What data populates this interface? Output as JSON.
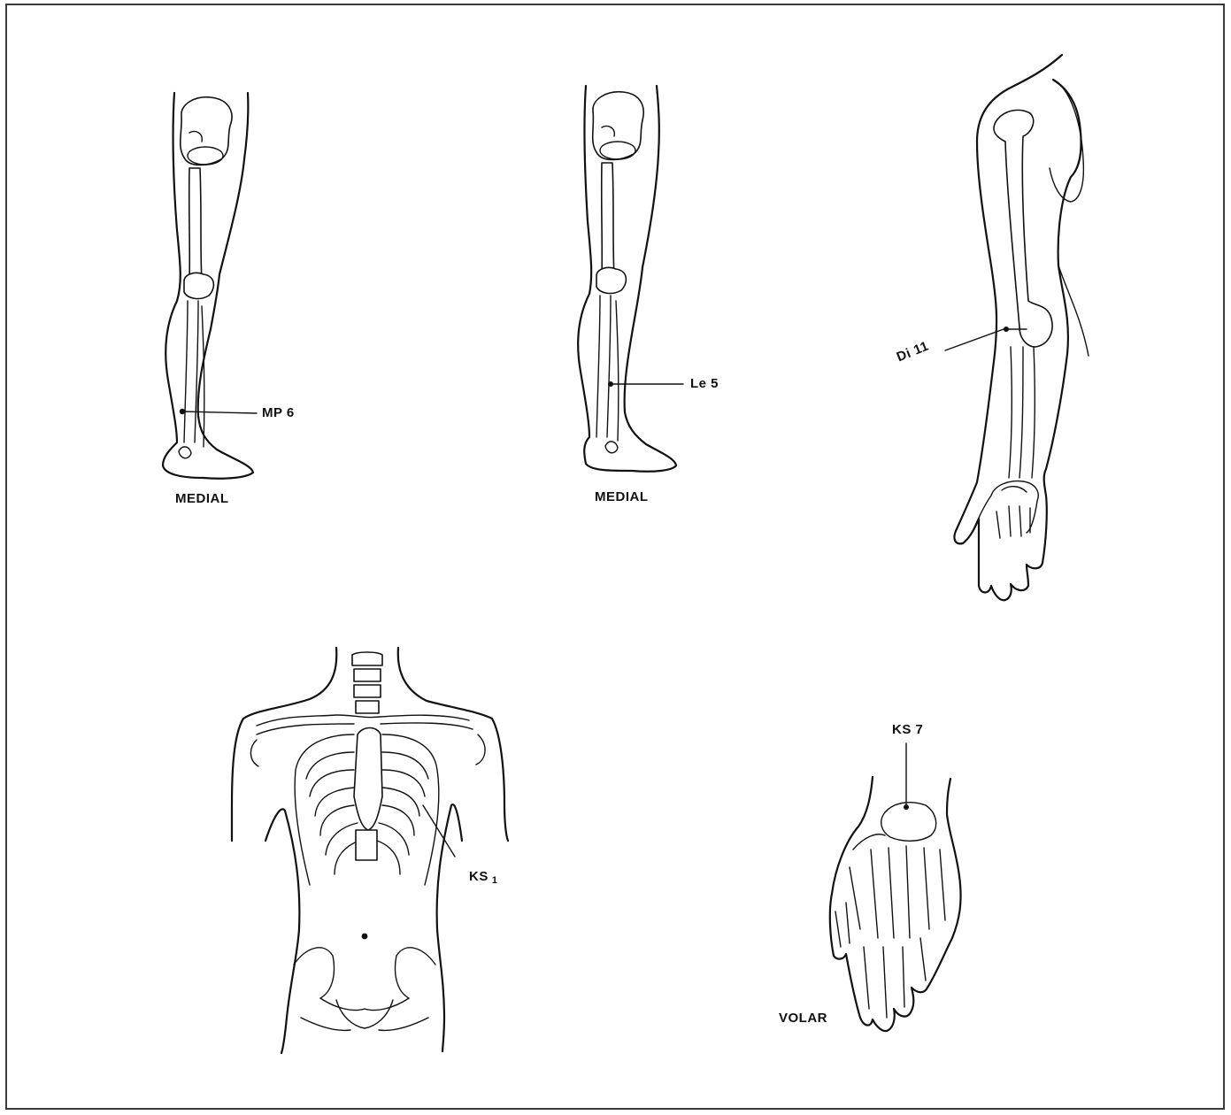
{
  "figures": {
    "leg_left": {
      "caption": "MEDIAL",
      "point_label": "MP 6"
    },
    "leg_right": {
      "caption": "MEDIAL",
      "point_label": "Le 5"
    },
    "arm": {
      "point_label": "Di 11"
    },
    "torso": {
      "point_label": "KS",
      "point_label_sub": "1"
    },
    "hand": {
      "caption": "VOLAR",
      "point_label": "KS 7"
    }
  }
}
